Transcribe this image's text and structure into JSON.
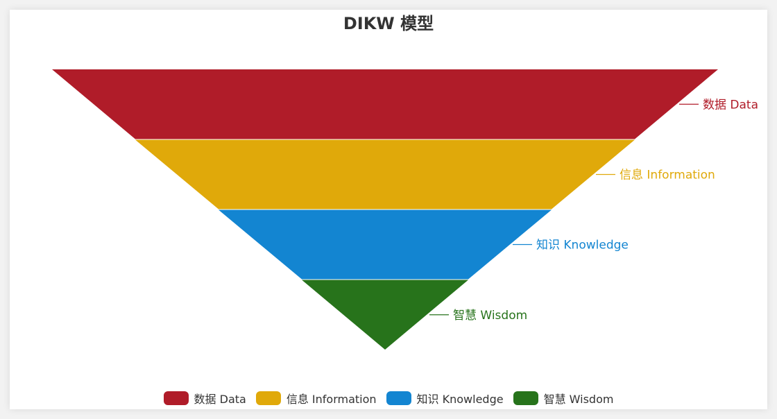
{
  "chart_data": {
    "type": "funnel",
    "title": "DIKW 模型",
    "categories": [
      "数据 Data",
      "信息 Information",
      "知识 Knowledge",
      "智慧 Wisdom"
    ],
    "values": [
      100,
      75,
      50,
      25
    ],
    "colors": [
      "#b01c29",
      "#e0a90a",
      "#1385d1",
      "#27731b"
    ],
    "legend_position": "bottom",
    "grid": false
  }
}
